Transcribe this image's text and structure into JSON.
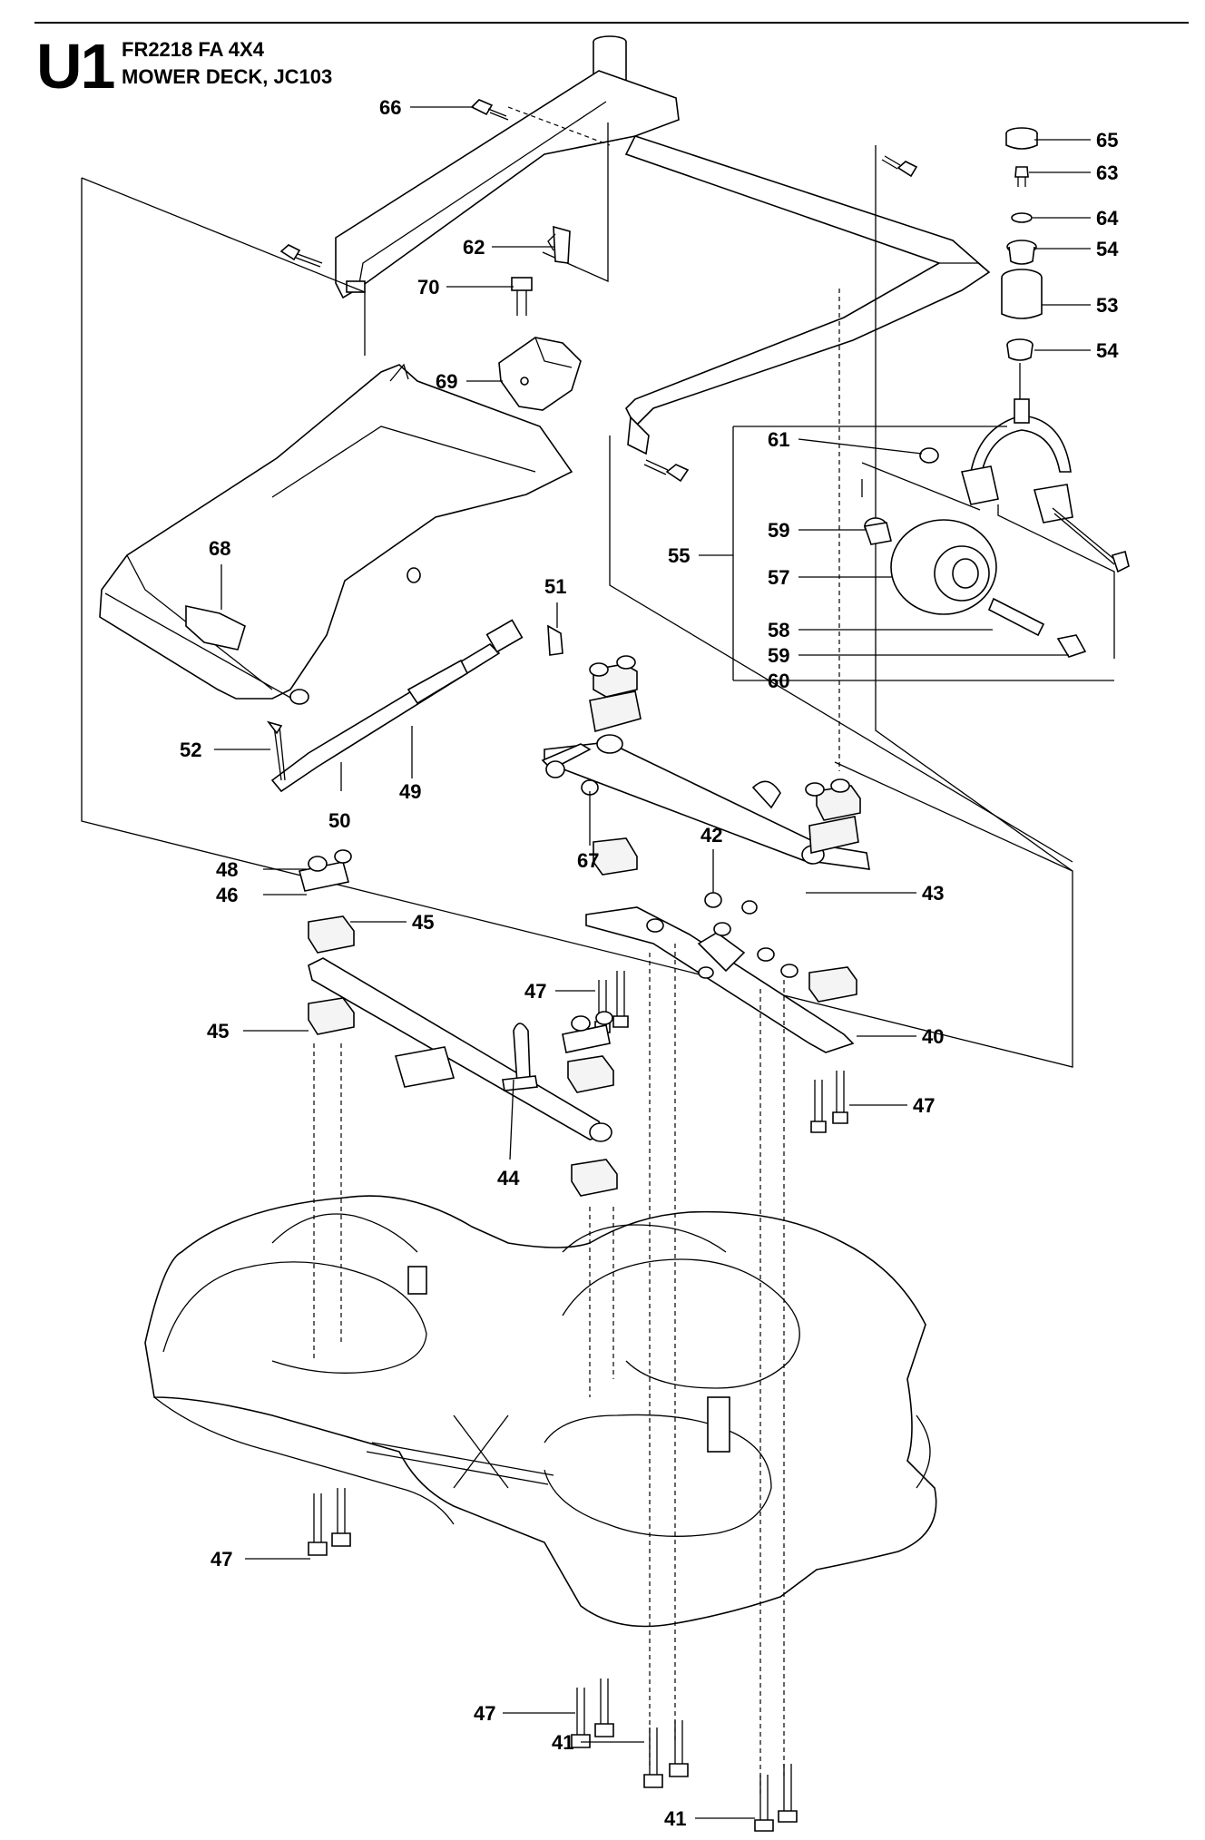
{
  "header": {
    "section_code": "U1",
    "model": "FR2218 FA 4X4",
    "subtitle": "MOWER DECK, JC103"
  },
  "callouts": {
    "c66": "66",
    "c65": "65",
    "c63": "63",
    "c64": "64",
    "c54a": "54",
    "c62": "62",
    "c53": "53",
    "c70": "70",
    "c54b": "54",
    "c69": "69",
    "c61": "61",
    "c59a": "59",
    "c55": "55",
    "c57": "57",
    "c68": "68",
    "c51": "51",
    "c58": "58",
    "c59b": "59",
    "c60": "60",
    "c52": "52",
    "c49": "49",
    "c50": "50",
    "c67": "67",
    "c42": "42",
    "c48": "48",
    "c43": "43",
    "c46": "46",
    "c45a": "45",
    "c47a": "47",
    "c40": "40",
    "c45b": "45",
    "c47b": "47",
    "c44": "44",
    "c47c": "47",
    "c47d": "47",
    "c41a": "41",
    "c41b": "41"
  },
  "icons": [
    "mower-deck-drawing",
    "gauge-wheel-drawing",
    "lift-arm-drawing",
    "shaft-drawing"
  ]
}
